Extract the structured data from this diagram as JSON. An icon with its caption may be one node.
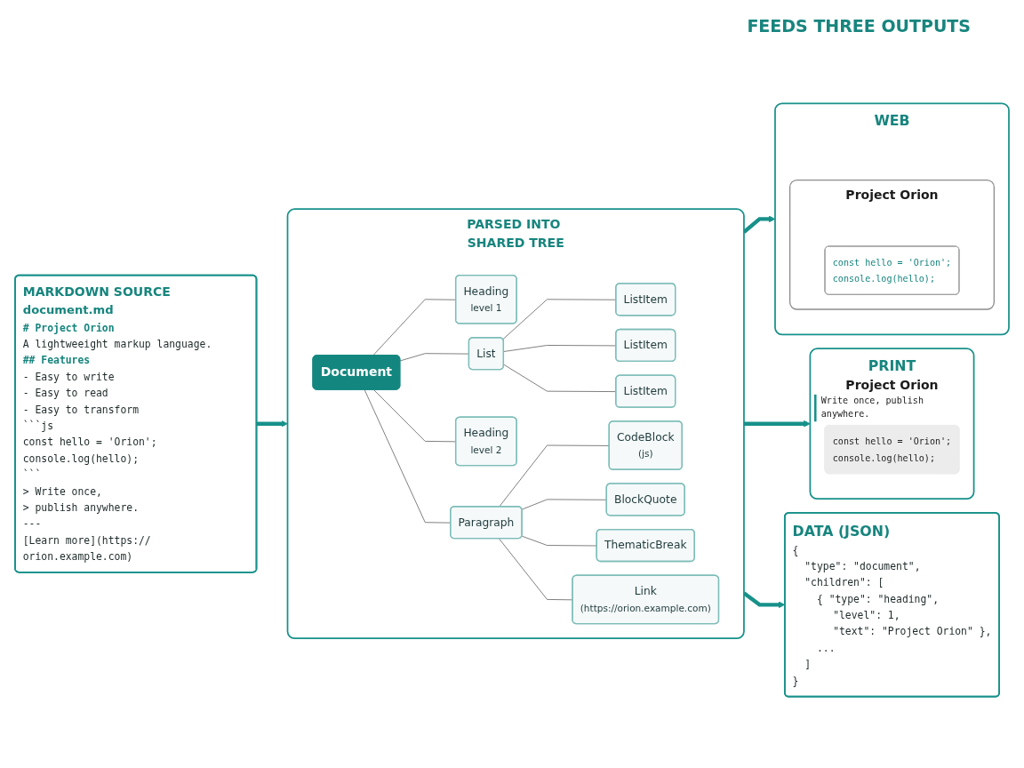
{
  "diagram": {
    "nodes": [
      {
        "text": [
          "MARKDOWN SOURCE",
          "document.md",
          "# Project Orion",
          "A lightweeight markup language.",
          "## Features",
          "- Easy to write",
          "- Easy to read",
          "- Easy to transform",
          "```js",
          "const hello = 'Orion';",
          "console.log(hello);",
          "```",
          "> Write once,",
          "> publish anywhere.",
          "---",
          "[Learn more](https:// orion.example.com)"
        ]
      },
      {
        "text": [
          "PARSED INTO SHARED TREE"
        ]
      },
      {
        "text": [
          "Document"
        ],
        "in": 1
      },
      {
        "text": [
          "Heading",
          "level 1"
        ],
        "in": 1
      },
      {
        "text": [
          "Paragraph"
        ],
        "in": 1
      },
      {
        "text": [
          "Heading",
          "level 2"
        ],
        "in": 1
      },
      {
        "text": [
          "List"
        ],
        "in": 1
      },
      {
        "text": [
          "ListItem"
        ],
        "in": 1
      },
      {
        "text": [
          "ListItem"
        ],
        "in": 1
      },
      {
        "text": [
          "ListItem"
        ],
        "in": 1
      },
      {
        "text": [
          "CodeBlock",
          "(js)"
        ],
        "in": 1
      },
      {
        "text": [
          "BlockQuote"
        ],
        "in": 1
      },
      {
        "text": [
          "ThematicBreak"
        ],
        "in": 1
      },
      {
        "text": [
          "Link",
          "(https://orion.example.com)"
        ],
        "in": 1
      },
      {
        "text": [
          "WEB"
        ]
      },
      {
        "text": [
          "Project Orion"
        ],
        "in": 14
      },
      {
        "text": [
          "const hello = 'Orion';",
          "console.log(hello);"
        ],
        "in": 15
      },
      {
        "text": [
          "PRINT",
          "Project Orion",
          "Write once, publish anywhere."
        ]
      },
      {
        "text": [
          "const hello = 'Orion';",
          "console.log(hello);"
        ],
        "in": 17
      },
      {
        "text": [
          "DATA (JSON)",
          "{",
          "\"type\": \"document\",",
          "\"children\": [",
          "{ \"type\": \"heading\",",
          "\"level\": 1,",
          "\"text\": \"Project Orion\" },",
          "...",
          "]",
          "}"
        ]
      }
    ],
    "edges": [
      {
        "from": 0,
        "to": 1,
        "arrow": "to",
        "style": "thick",
        "color": "#17918a"
      },
      {
        "from": 2,
        "to": 3,
        "arrow": "none"
      },
      {
        "from": 2,
        "to": 4,
        "arrow": "none"
      },
      {
        "from": 2,
        "to": 5,
        "arrow": "none"
      },
      {
        "from": 2,
        "to": 6,
        "arrow": "none"
      },
      {
        "from": 6,
        "to": 7,
        "arrow": "none"
      },
      {
        "from": 6,
        "to": 8,
        "arrow": "none"
      },
      {
        "from": 6,
        "to": 9,
        "arrow": "none"
      },
      {
        "from": 4,
        "to": 10,
        "arrow": "none"
      },
      {
        "from": 4,
        "to": 11,
        "arrow": "none"
      },
      {
        "from": 4,
        "to": 12,
        "arrow": "none"
      },
      {
        "from": 4,
        "to": 13,
        "arrow": "none"
      },
      {
        "from": 1,
        "to": 14,
        "arrow": "to",
        "style": "thick",
        "color": "#17918a"
      },
      {
        "from": 1,
        "to": 17,
        "arrow": "to",
        "style": "thick",
        "color": "#17918a"
      },
      {
        "from": 1,
        "to": 19,
        "arrow": "to",
        "style": "thick",
        "color": "#17918a"
      }
    ],
    "labels": [
      "FEEDS THREE OUTPUTS"
    ]
  }
}
